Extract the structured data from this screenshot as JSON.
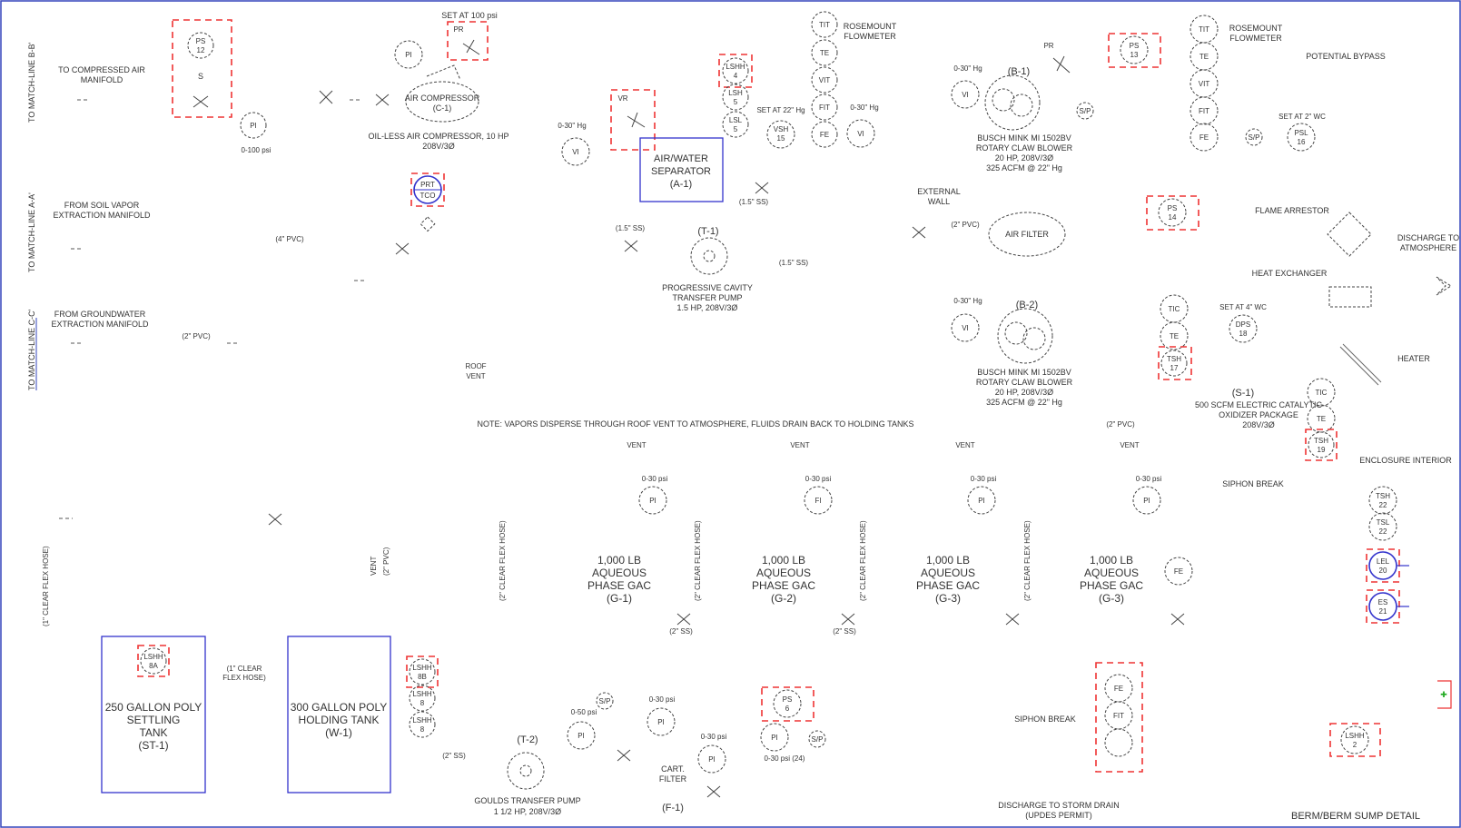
{
  "title_block": "BERM/BERM SUMP DETAIL",
  "note": "NOTE: VAPORS DISPERSE THROUGH ROOF VENT TO ATMOSPHERE, FLUIDS DRAIN BACK TO HOLDING TANKS",
  "match_lines": {
    "b": "TO MATCH-LINE B-B'",
    "a": "TO MATCH-LINE A-A'",
    "c": "TO MATCH-LINE C-C'"
  },
  "labels": {
    "to_compressed_air": "TO COMPRESSED AIR",
    "to_compressed_air_2": "MANIFOLD",
    "from_soil_vapor": "FROM SOIL VAPOR",
    "from_soil_vapor_2": "EXTRACTION MANIFOLD",
    "from_groundwater": "FROM GROUNDWATER",
    "from_groundwater_2": "EXTRACTION MANIFOLD",
    "pvc4": "(4\" PVC)",
    "pvc2_a": "(2\" PVC)",
    "pvc2_b": "(2\" PVC)",
    "pvc2_c": "(2\" PVC)",
    "set_100psi": "SET AT 100 psi",
    "range_0_100": "0-100 psi",
    "compressor_name": "AIR COMPRESSOR",
    "compressor_tag": "(C-1)",
    "compressor_desc": "OIL-LESS AIR COMPRESSOR, 10 HP",
    "compressor_power": "208V/3Ø",
    "vac_0_30_a": "0-30\" Hg",
    "vac_0_30_b": "0-30\" Hg",
    "vac_0_30_c": "0-30\" Hg",
    "vac_0_30_d": "0-30\" Hg",
    "separator_1": "AIR/WATER",
    "separator_2": "SEPARATOR",
    "separator_tag": "(A-1)",
    "set_22hg": "SET AT 22\" Hg",
    "rosemount_a": "ROSEMOUNT",
    "flowmeter_a": "FLOWMETER",
    "rosemount_b": "ROSEMOUNT",
    "flowmeter_b": "FLOWMETER",
    "ss15_a": "(1.5\" SS)",
    "ss15_b": "(1.5\" SS)",
    "ss15_c": "(1.5\" SS)",
    "pump_tag": "(T-1)",
    "pump_desc_1": "PROGRESSIVE CAVITY",
    "pump_desc_2": "TRANSFER PUMP",
    "pump_desc_3": "1.5 HP, 208V/3Ø",
    "external_wall_1": "EXTERNAL",
    "external_wall_2": "WALL",
    "air_filter": "AIR FILTER",
    "blower1_tag": "(B-1)",
    "blower1_desc_1": "BUSCH MINK MI 1502BV",
    "blower1_desc_2": "ROTARY CLAW BLOWER",
    "blower1_desc_3": "20 HP, 208V/3Ø",
    "blower1_desc_4": "325 ACFM @ 22\" Hg",
    "blower2_tag": "(B-2)",
    "blower2_desc_1": "BUSCH MINK MI 1502BV",
    "blower2_desc_2": "ROTARY CLAW BLOWER",
    "blower2_desc_3": "20 HP, 208V/3Ø",
    "blower2_desc_4": "325 ACFM @ 22\" Hg",
    "pr_b": "PR",
    "potential_bypass": "POTENTIAL BYPASS",
    "set_2wc": "SET AT 2\" WC",
    "flame_arrestor": "FLAME ARRESTOR",
    "discharge_atm_1": "DISCHARGE TO",
    "discharge_atm_2": "ATMOSPHERE",
    "heat_exchanger": "HEAT EXCHANGER",
    "set_4wc": "SET AT 4\" WC",
    "heater": "HEATER",
    "oxidizer_tag": "(S-1)",
    "oxidizer_desc_1": "500 SCFM ELECTRIC CATALYTIC",
    "oxidizer_desc_2": "OXIDIZER PACKAGE",
    "oxidizer_desc_3": "208V/3Ø",
    "enclosure_interior": "ENCLOSURE INTERIOR",
    "roof_vent_1": "ROOF",
    "roof_vent_2": "VENT",
    "vent_1": "VENT",
    "vent_2": "VENT",
    "vent_3": "VENT",
    "vent_4": "VENT",
    "psi_0_30_a": "0-30 psi",
    "psi_0_30_b": "0-30 psi",
    "psi_0_30_c": "0-30 psi",
    "psi_0_30_d": "0-30 psi",
    "psi_0_30_e": "0-30 psi",
    "psi_0_30_f": "0-30 psi",
    "psi_0_30_24": "0-30 psi (24)",
    "psi_0_50": "0-50 psi",
    "siphon_break_a": "SIPHON BREAK",
    "siphon_break_b": "SIPHON BREAK",
    "gac1_1": "1,000 LB",
    "gac1_2": "AQUEOUS",
    "gac1_3": "PHASE GAC",
    "gac1_tag": "(G-1)",
    "gac2_1": "1,000 LB",
    "gac2_2": "AQUEOUS",
    "gac2_3": "PHASE GAC",
    "gac2_tag": "(G-2)",
    "gac3_1": "1,000 LB",
    "gac3_2": "AQUEOUS",
    "gac3_3": "PHASE GAC",
    "gac3_tag": "(G-3)",
    "gac4_1": "1,000 LB",
    "gac4_2": "AQUEOUS",
    "gac4_3": "PHASE GAC",
    "gac4_tag": "(G-3)",
    "flex2_a": "(2\" CLEAR FLEX HOSE)",
    "flex2_b": "(2\" CLEAR FLEX HOSE)",
    "flex2_c": "(2\" CLEAR FLEX HOSE)",
    "flex2_d": "(2\" CLEAR FLEX HOSE)",
    "flex1_v": "(1\" CLEAR FLEX HOSE)",
    "flex1_h_1": "(1\" CLEAR",
    "flex1_h_2": "FLEX HOSE)",
    "vent_pvc": "VENT",
    "vent_pvc_2": "(2\" PVC)",
    "ss2_a": "(2\" SS)",
    "ss2_b": "(2\" SS)",
    "ss2_c": "(2\" SS)",
    "tank1_1": "250 GALLON POLY",
    "tank1_2": "SETTLING",
    "tank1_3": "TANK",
    "tank1_tag": "(ST-1)",
    "tank2_1": "300 GALLON POLY",
    "tank2_2": "HOLDING TANK",
    "tank2_tag": "(W-1)",
    "transfer_tag": "(T-2)",
    "transfer_desc_1": "GOULDS TRANSFER PUMP",
    "transfer_desc_2": "1 1/2 HP, 208V/3Ø",
    "cart_filter_1": "CART.",
    "cart_filter_2": "FILTER",
    "cart_tag": "(F-1)",
    "discharge_storm_1": "DISCHARGE TO STORM DRAIN",
    "discharge_storm_2": "(UPDES PERMIT)"
  },
  "instruments": {
    "ps12": [
      "PS",
      "12"
    ],
    "s_mark": "S",
    "pi_a": "PI",
    "pi_b": "PI",
    "pr_a": "PR",
    "prt": "PRT",
    "tco": "TCO",
    "vr": "VR",
    "vi_a": "VI",
    "lshh4": [
      "LSHH",
      "4"
    ],
    "lsh5": [
      "LSH",
      "5"
    ],
    "lsl5": [
      "LSL",
      "5"
    ],
    "vsh15": [
      "VSH",
      "15"
    ],
    "tit_a": "TIT",
    "te_a": "TE",
    "vit_a": "VIT",
    "fit_a": "FIT",
    "fe_a": "FE",
    "vi_b": "VI",
    "vi_c": "VI",
    "vi_d": "VI",
    "ps13": [
      "PS",
      "13"
    ],
    "ps14": [
      "PS",
      "14"
    ],
    "sp": "S/P",
    "sp_b": "S/P",
    "sp_c": "S/P",
    "sp_d": "S/P",
    "tit_b": "TIT",
    "te_b": "TE",
    "vit_b": "VIT",
    "fit_b": "FIT",
    "fe_b": "FE",
    "psl16": [
      "PSL",
      "16"
    ],
    "tic_a": "TIC",
    "te_c": "TE",
    "tsh17": [
      "TSH",
      "17"
    ],
    "dps18": [
      "DPS",
      "18"
    ],
    "tic_b": "TIC",
    "te_d": "TE",
    "tsh19": [
      "TSH",
      "19"
    ],
    "tsh22": [
      "TSH",
      "22"
    ],
    "tsl22": [
      "TSL",
      "22"
    ],
    "lel20": [
      "LEL",
      "20"
    ],
    "es21": [
      "ES",
      "21"
    ],
    "lshh2": [
      "LSHH",
      "2"
    ],
    "pi_g1": "PI",
    "fi_g2": "FI",
    "pi_g3": "PI",
    "pi_g4": "PI",
    "fe_c": "FE",
    "lshh8a": [
      "LSHH",
      "8A"
    ],
    "lshh8b": [
      "LSHH",
      "8B"
    ],
    "lshh_c": [
      "LSHH",
      "8"
    ],
    "lshh_d": [
      "LSHH",
      "8"
    ],
    "pi_t1": "PI",
    "pi_t2": "PI",
    "pi_t3": "PI",
    "pi_t4": "PI",
    "ps6": [
      "PS",
      "6"
    ],
    "fe_d": "FE",
    "fit_d": "FIT"
  },
  "colors": {
    "red_dash": "#e33333",
    "blue_frame": "#3333cc",
    "line_gray": "#444444",
    "accent_green": "#22aa22"
  }
}
